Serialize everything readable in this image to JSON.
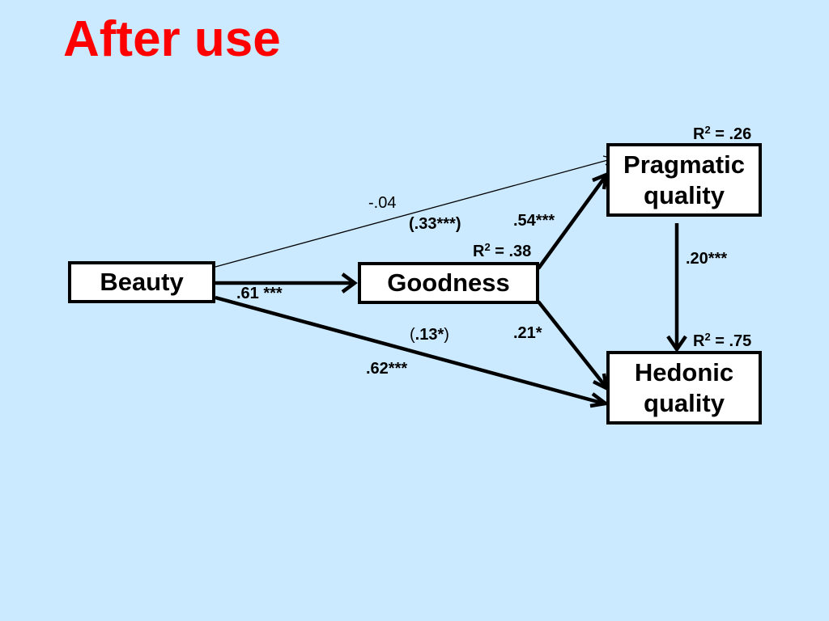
{
  "title": "After use",
  "nodes": {
    "beauty": "Beauty",
    "goodness": "Goodness",
    "pragmatic": [
      "Pragmatic",
      "quality"
    ],
    "hedonic": [
      "Hedonic",
      "quality"
    ]
  },
  "r_squared": {
    "symbol": "R",
    "exponent": "2",
    "goodness": " = .38",
    "pragmatic": " = .26",
    "hedonic": " = .75"
  },
  "paths": {
    "beauty_to_pragmatic": "-.04",
    "beauty_to_pragmatic_indirect": "(.33***)",
    "beauty_to_goodness": ".61 ***",
    "beauty_to_hedonic": ".62***",
    "beauty_to_hedonic_indirect_open": "(",
    "beauty_to_hedonic_indirect": ".13*",
    "beauty_to_hedonic_indirect_close": ")",
    "goodness_to_pragmatic": ".54***",
    "goodness_to_hedonic": ".21*",
    "pragmatic_to_hedonic": ".20***"
  }
}
